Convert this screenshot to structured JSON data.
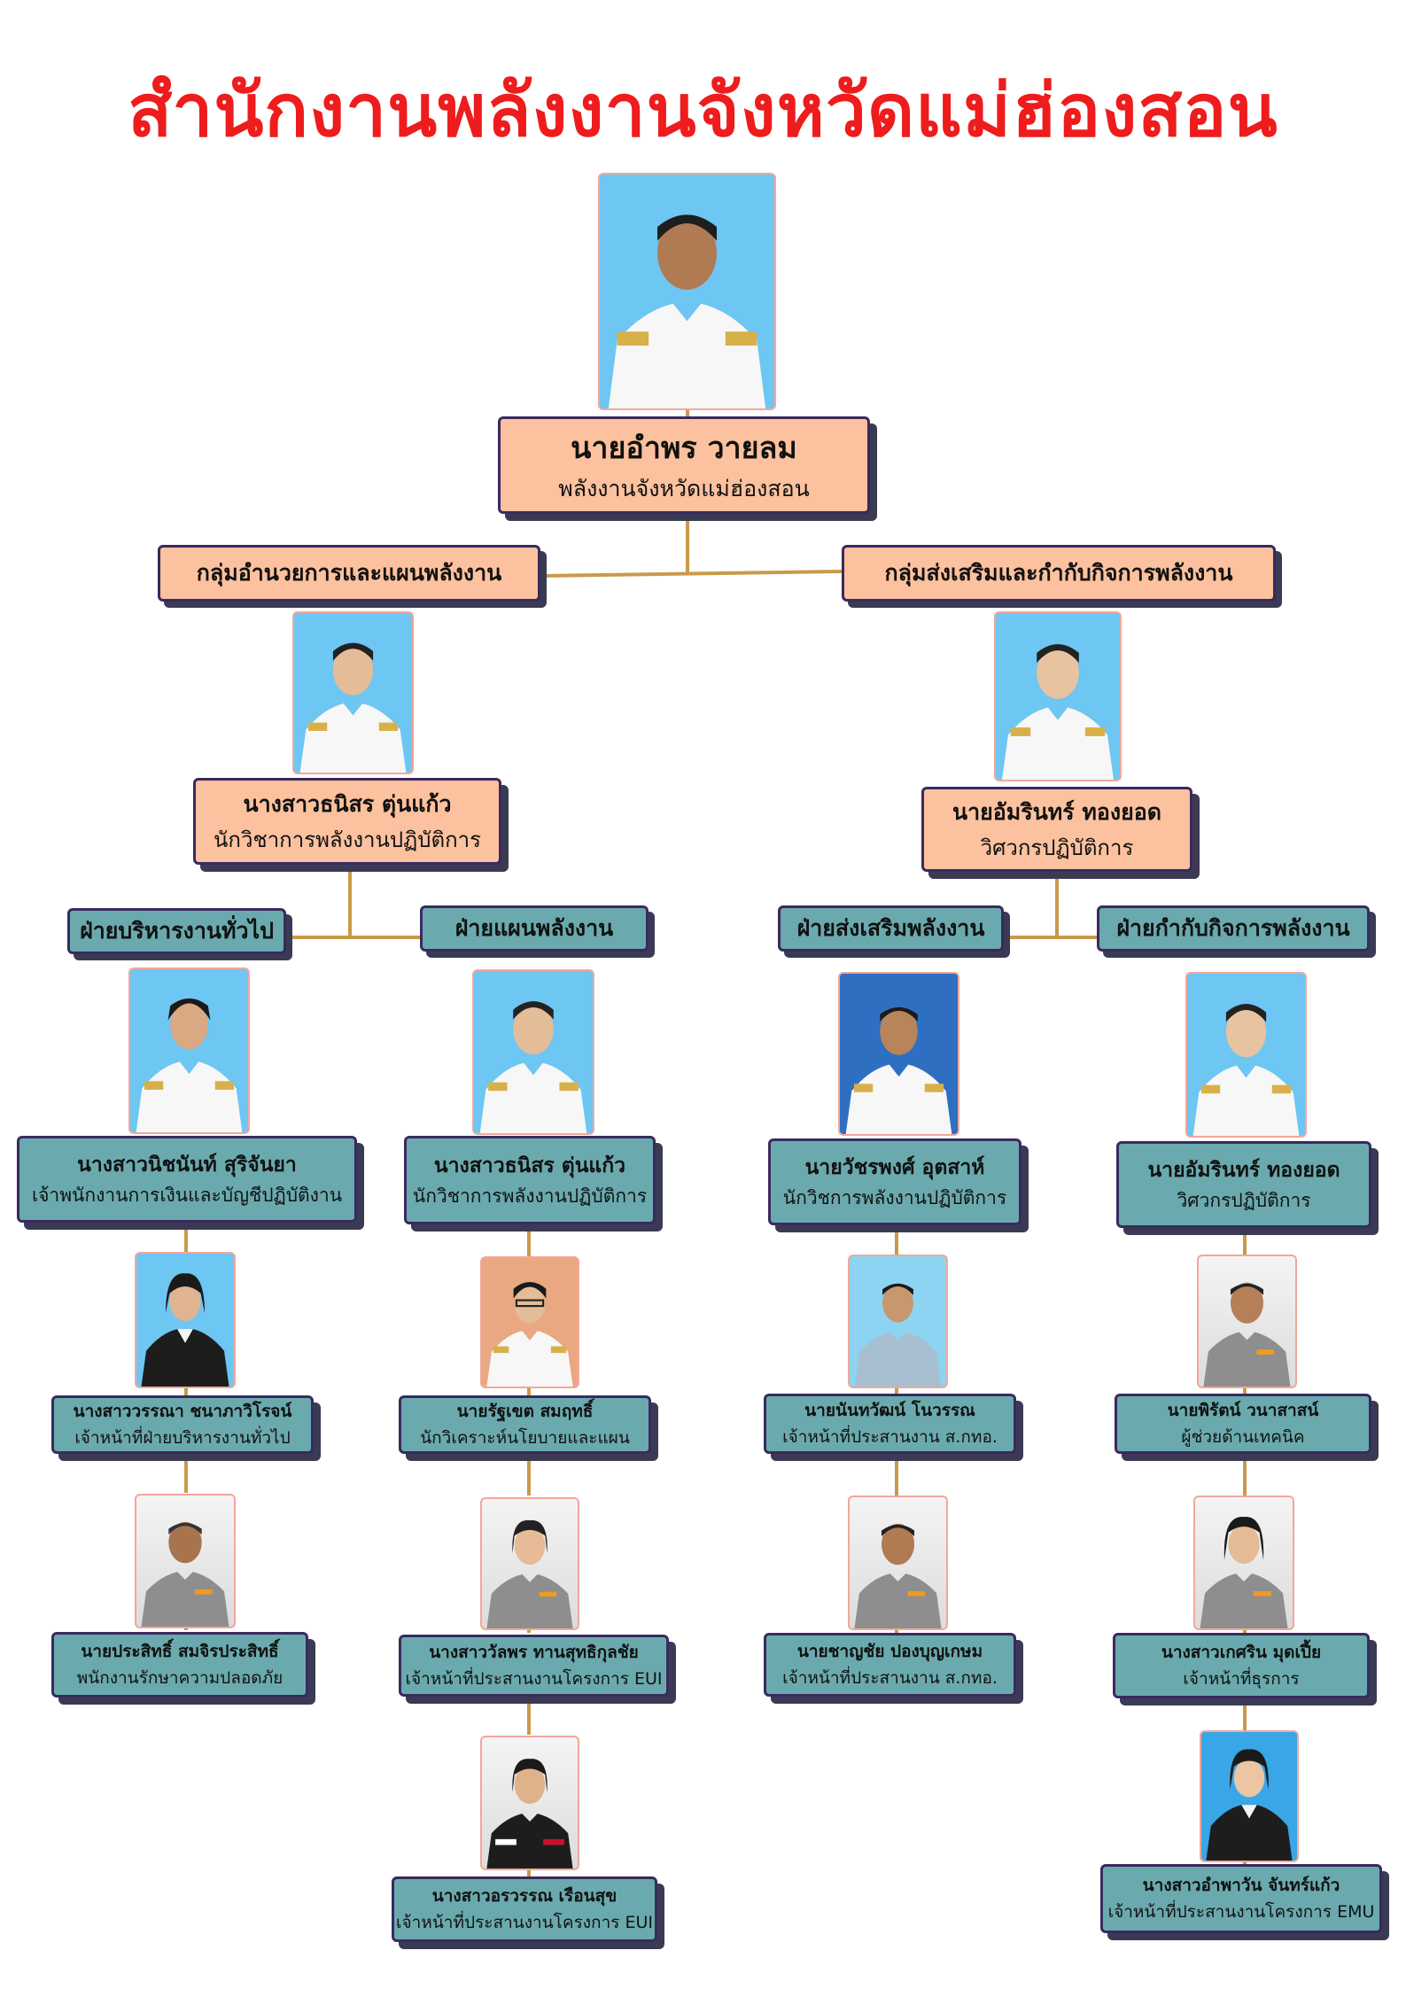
{
  "title": "สำนักงานพลังงานจังหวัดแม่ฮ่องสอน",
  "colors": {
    "title": "#ee1c1c",
    "peach": "#fcc19e",
    "teal": "#6aaaae",
    "line": "#c99a4a",
    "border": "#3a2a5e"
  },
  "director": {
    "name": "นายอำพร วายลม",
    "position": "พลังงานจังหวัดแม่ฮ่องสอน"
  },
  "groups": [
    {
      "name": "กลุ่มอำนวยการและแผนพลังงาน",
      "head": {
        "name": "นางสาวธนิสร ตุ่นแก้ว",
        "position": "นักวิชาการพลังงานปฏิบัติการ"
      },
      "sections": [
        {
          "name": "ฝ่ายบริหารงานทั่วไป",
          "members": [
            {
              "name": "นางสาวนิชนันท์ สุริจันยา",
              "position": "เจ้าพนักงานการเงินและบัญชีปฏิบัติงาน"
            },
            {
              "name": "นางสาววรรณา ชนาภาวิโรจน์",
              "position": "เจ้าหน้าที่ฝ่ายบริหารงานทั่วไป"
            },
            {
              "name": "นายประสิทธิ์ สมจิรประสิทธิ์",
              "position": "พนักงานรักษาความปลอดภัย"
            }
          ]
        },
        {
          "name": "ฝ่ายแผนพลังงาน",
          "members": [
            {
              "name": "นางสาวธนิสร ตุ่นแก้ว",
              "position": "นักวิชาการพลังงานปฏิบัติการ"
            },
            {
              "name": "นายรัฐเขต สมฤทธิ์",
              "position": "นักวิเคราะห์นโยบายและแผน"
            },
            {
              "name": "นางสาววัลพร ทานสุทธิกุลชัย",
              "position": "เจ้าหน้าที่ประสานงานโครงการ EUI"
            },
            {
              "name": "นางสาวอรวรรณ เรือนสุข",
              "position": "เจ้าหน้าที่ประสานงานโครงการ EUI"
            }
          ]
        }
      ]
    },
    {
      "name": "กลุ่มส่งเสริมและกำกับกิจการพลังงาน",
      "head": {
        "name": "นายอัมรินทร์ ทองยอด",
        "position": "วิศวกรปฏิบัติการ"
      },
      "sections": [
        {
          "name": "ฝ่ายส่งเสริมพลังงาน",
          "members": [
            {
              "name": "นายวัชรพงศ์ อุตสาห์",
              "position": "นักวิชการพลังงานปฏิบัติการ"
            },
            {
              "name": "นายนันทวัฒน์ โนวรรณ",
              "position": "เจ้าหน้าที่ประสานงาน ส.กทอ."
            },
            {
              "name": "นายชาญชัย ปองบุญเกษม",
              "position": "เจ้าหน้าที่ประสานงาน ส.กทอ."
            }
          ]
        },
        {
          "name": "ฝ่ายกำกับกิจการพลังงาน",
          "members": [
            {
              "name": "นายอัมรินทร์ ทองยอด",
              "position": "วิศวกรปฏิบัติการ"
            },
            {
              "name": "นายพิรัตน์ วนาสาสน์",
              "position": "ผู้ช่วยด้านเทคนิค"
            },
            {
              "name": "นางสาวเกศริน มุดเปี้ย",
              "position": "เจ้าหน้าที่ธุรการ"
            },
            {
              "name": "นางสาวอำพาวัน จันทร์แก้ว",
              "position": "เจ้าหน้าที่ประสานงานโครงการ EMU"
            }
          ]
        }
      ]
    }
  ]
}
